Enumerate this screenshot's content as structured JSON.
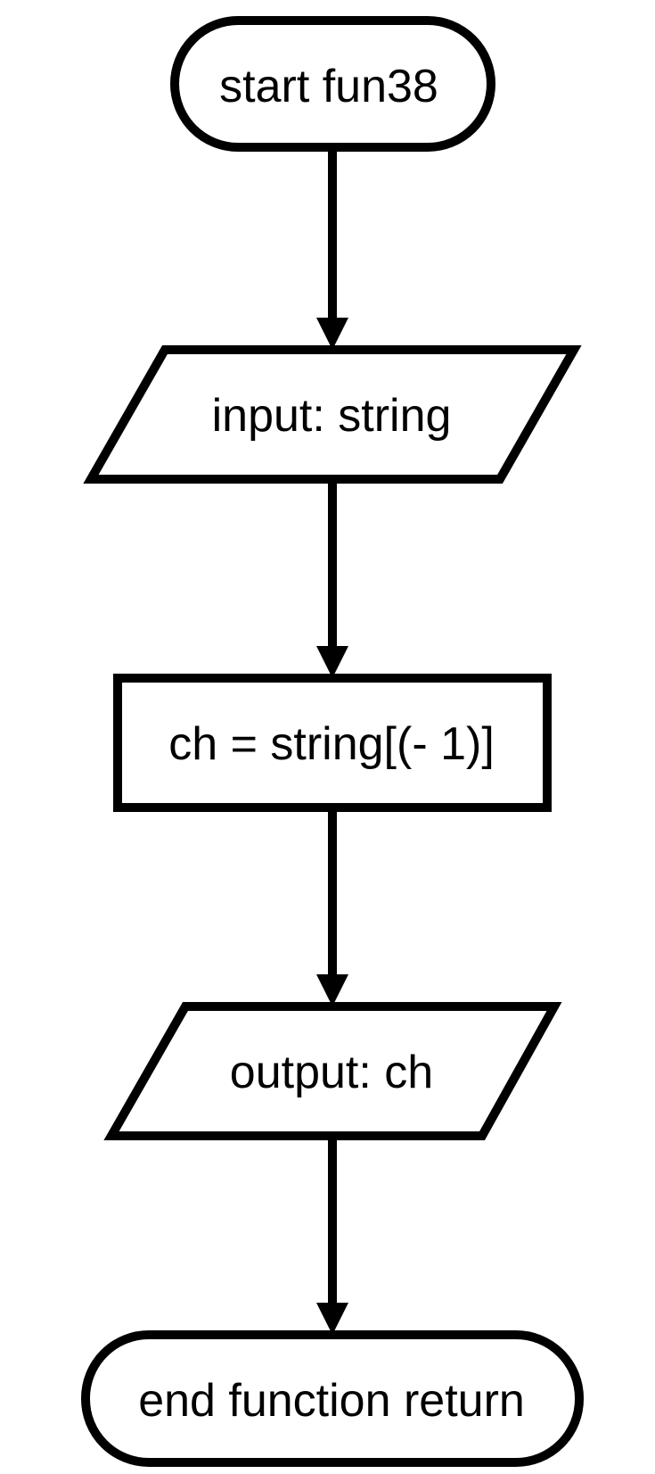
{
  "diagram": {
    "type": "flowchart",
    "colors": {
      "stroke": "#000000",
      "fill": "#ffffff",
      "text": "#000000"
    },
    "nodes": [
      {
        "id": "start",
        "shape": "terminator",
        "label": "start fun38"
      },
      {
        "id": "input",
        "shape": "parallelogram",
        "label": "input: string"
      },
      {
        "id": "assign",
        "shape": "process",
        "label": "ch = string[(- 1)]"
      },
      {
        "id": "output",
        "shape": "parallelogram",
        "label": "output: ch"
      },
      {
        "id": "end",
        "shape": "terminator",
        "label": "end function return"
      }
    ],
    "edges": [
      {
        "from": "start",
        "to": "input"
      },
      {
        "from": "input",
        "to": "assign"
      },
      {
        "from": "assign",
        "to": "output"
      },
      {
        "from": "output",
        "to": "end"
      }
    ]
  }
}
